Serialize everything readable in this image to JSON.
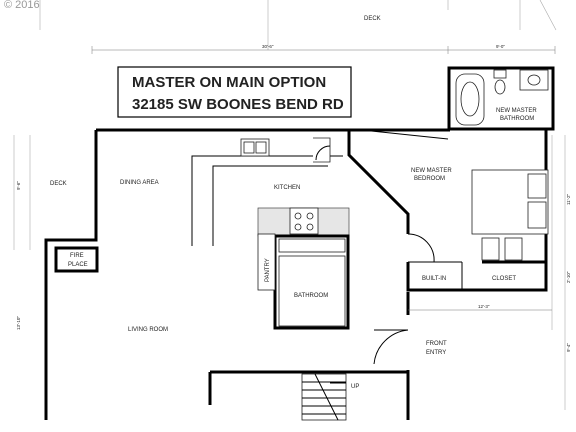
{
  "watermark": "© 2016",
  "title": {
    "line1": "MASTER ON MAIN OPTION",
    "line2": "32185 SW BOONES BEND RD"
  },
  "rooms": {
    "deck_top": "DECK",
    "deck_left": "DECK",
    "dining_area": "DINING AREA",
    "kitchen": "KITCHEN",
    "new_master_bedroom_1": "NEW MASTER",
    "new_master_bedroom_2": "BEDROOM",
    "new_master_bathroom_1": "NEW MASTER",
    "new_master_bathroom_2": "BATHROOM",
    "fire_place_1": "FIRE",
    "fire_place_2": "PLACE",
    "pantry": "PANTRY",
    "bathroom": "BATHROOM",
    "built_in": "BUILT-IN",
    "closet": "CLOSET",
    "living_room": "LIVING ROOM",
    "front_entry_1": "FRONT",
    "front_entry_2": "ENTRY",
    "up": "UP"
  },
  "dimensions": {
    "top_width": "30'-6\"",
    "top_right": "9'-0\"",
    "left_deck": "9'-6\"",
    "left_living": "13'-10\"",
    "right_bed": "11'-2\"",
    "right_closet": "2'-10\"",
    "bottom_closet": "12'-3\"",
    "right_bottom": "9'-4\""
  }
}
